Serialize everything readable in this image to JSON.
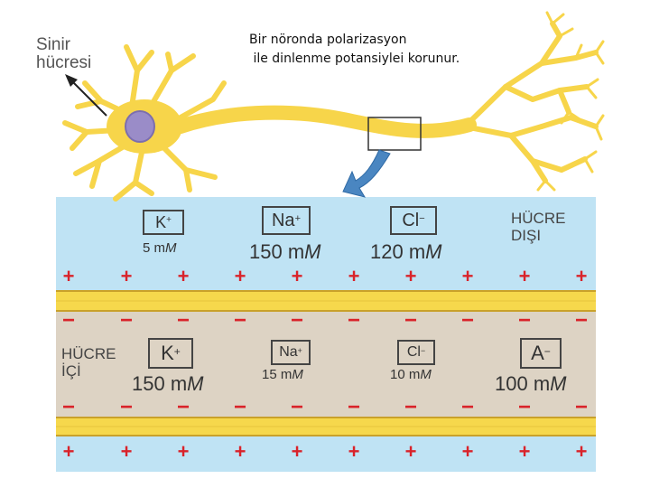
{
  "caption": {
    "line1": "Bir nöronda polarizasyon",
    "line2": " ile dinlenme potansiylei korunur."
  },
  "neuron_label": {
    "line1": "Sinir",
    "line2": "hücresi"
  },
  "outside": {
    "label_line1": "HÜCRE",
    "label_line2": "DIŞI",
    "ions": [
      {
        "symbol": "K",
        "charge": "+",
        "value": "5 m",
        "unit": "M"
      },
      {
        "symbol": "Na",
        "charge": "+",
        "value": "150 m",
        "unit": "M"
      },
      {
        "symbol": "Cl",
        "charge": "−",
        "value": "120 m",
        "unit": "M"
      }
    ]
  },
  "inside": {
    "label_line1": "HÜCRE",
    "label_line2": "İÇİ",
    "ions": [
      {
        "symbol": "K",
        "charge": "+",
        "value": "150 m",
        "unit": "M"
      },
      {
        "symbol": "Na",
        "charge": "+",
        "value": "15 m",
        "unit": "M"
      },
      {
        "symbol": "Cl",
        "charge": "−",
        "value": "10 m",
        "unit": "M"
      },
      {
        "symbol": "A",
        "charge": "−",
        "value": "100 m",
        "unit": "M"
      }
    ]
  },
  "signs": {
    "positive": "+",
    "negative": "−"
  },
  "colors": {
    "neuron": "#f7d54a",
    "nucleus": "#9a8cc8",
    "outside_fluid": "#bfe3f4",
    "inside_fluid": "#ddd3c4",
    "membrane": "#f6d84c",
    "arrow": "#4a86c1",
    "plus": "#d9232a",
    "minus": "#d9232a"
  }
}
